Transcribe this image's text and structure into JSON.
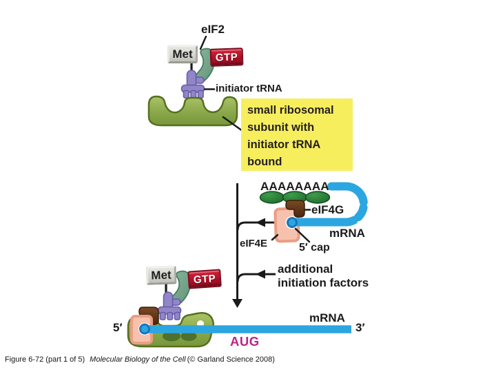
{
  "top_complex": {
    "eif2_label": "eIF2",
    "met_label": "Met",
    "gtp_label": "GTP",
    "initiator_trna_label": "initiator tRNA"
  },
  "callout": {
    "lines": [
      "small ribosomal",
      "subunit with",
      "initiator tRNA",
      "bound"
    ]
  },
  "mrna_loop": {
    "polya_tail": "AAAAAAAA",
    "eif4g_label": "eIF4G",
    "mrna_label": "mRNA",
    "eif4e_label": "eIF4E",
    "cap_label": "5′ cap"
  },
  "pathway": {
    "factors_line1": "additional",
    "factors_line2": "initiation factors"
  },
  "bottom_complex": {
    "met_label": "Met",
    "gtp_label": "GTP",
    "five_prime": "5′",
    "three_prime": "3′",
    "aug_label": "AUG",
    "mrna_label": "mRNA"
  },
  "caption": {
    "prefix": "Figure 6-72 (part 1 of 5)",
    "book_title": "Molecular Biology of the Cell",
    "suffix": "(© Garland Science 2008)"
  },
  "colors": {
    "mrna_blue": "#2ca6e0",
    "ribosome_olive": "#85a244",
    "trna_purple": "#9187c7",
    "eif2_teal": "#76a78c",
    "gtp_red": "#b31228",
    "met_gray": "#d6d8d1",
    "eif4e_salmon": "#f3b9a4",
    "eif4g_brown": "#5d3317",
    "polya_protein_green": "#22712f",
    "callout_yellow": "#f7ee5e",
    "aug_magenta": "#bc2386"
  }
}
